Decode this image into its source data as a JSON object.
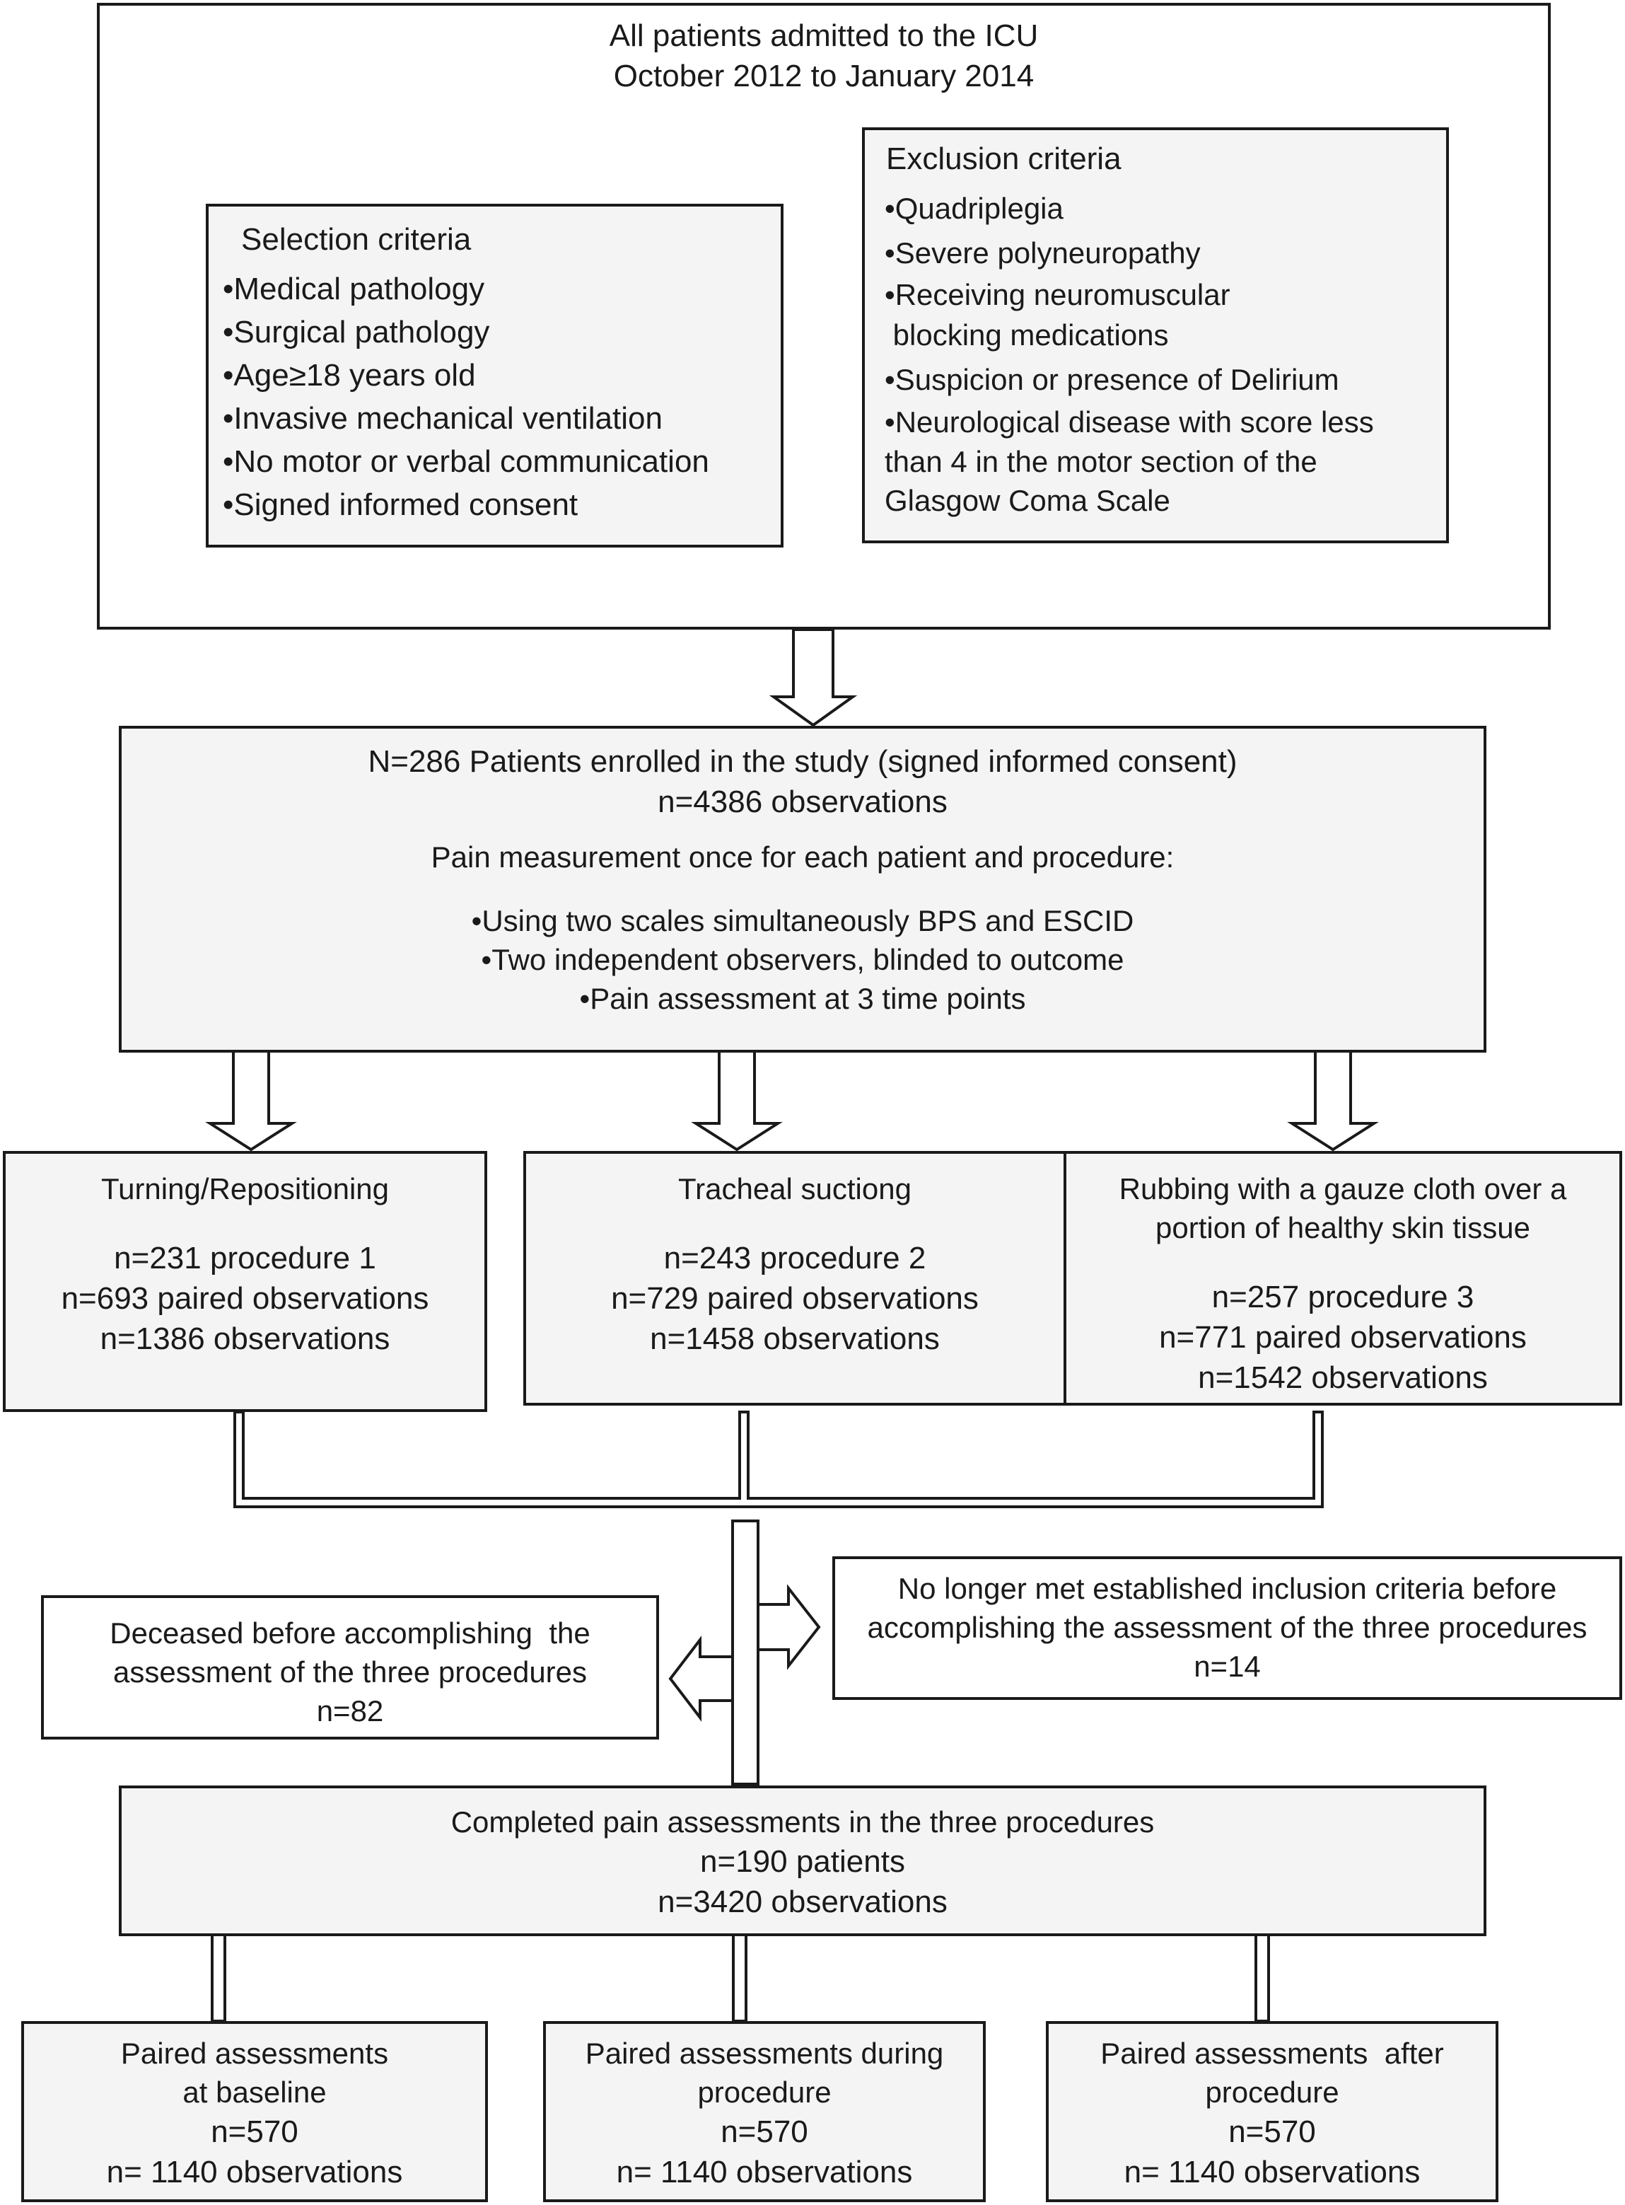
{
  "top_box": {
    "title_lines": [
      "All patients admitted to the ICU",
      "October 2012 to January 2014"
    ]
  },
  "selection": {
    "title": "Selection criteria",
    "items": [
      "•Medical pathology",
      "•Surgical pathology",
      "•Age≥18 years old",
      "•Invasive mechanical ventilation",
      "•No motor or verbal communication",
      "•Signed informed consent"
    ]
  },
  "exclusion": {
    "title": "Exclusion criteria",
    "items": [
      "•Quadriplegia",
      "•Severe polyneuropathy",
      "•Receiving neuromuscular",
      " blocking medications",
      "•Suspicion or presence of Delirium",
      "•Neurological disease with score less",
      "than 4 in the motor section of the",
      "Glasgow Coma Scale"
    ]
  },
  "enrolled": {
    "lines": [
      "N=286 Patients enrolled in the study (signed informed consent)",
      "n=4386 observations",
      "Pain measurement once for each patient and procedure:",
      "•Using two scales simultaneously BPS and ESCID",
      "•Two independent observers, blinded to outcome",
      "•Pain assessment at 3 time points"
    ]
  },
  "procedures": [
    {
      "title_lines": [
        "Turning/Repositioning"
      ],
      "lines": [
        "n=231 procedure 1",
        "n=693 paired observations",
        "n=1386 observations"
      ]
    },
    {
      "title_lines": [
        "Tracheal suctiong"
      ],
      "lines": [
        "n=243 procedure 2",
        "n=729 paired observations",
        "n=1458 observations"
      ]
    },
    {
      "title_lines": [
        "Rubbing with a gauze cloth over a",
        "portion of healthy skin tissue"
      ],
      "lines": [
        "n=257 procedure 3",
        "n=771 paired observations",
        "n=1542 observations"
      ]
    }
  ],
  "deceased": {
    "lines": [
      "Deceased before accomplishing  the",
      "assessment of the three procedures",
      "n=82"
    ]
  },
  "no_longer_met": {
    "lines": [
      "No longer met established inclusion criteria before",
      "accomplishing the assessment of the three procedures",
      "n=14"
    ]
  },
  "completed": {
    "lines": [
      "Completed pain assessments in the three procedures",
      "n=190 patients",
      "n=3420 observations"
    ]
  },
  "paired": [
    {
      "lines": [
        "Paired assessments",
        "at baseline",
        "n=570",
        "n= 1140 observations"
      ]
    },
    {
      "lines": [
        "Paired assessments during",
        "procedure",
        "n=570",
        "n= 1140 observations"
      ]
    },
    {
      "lines": [
        "Paired assessments  after",
        "procedure",
        "n=570",
        "n= 1140 observations"
      ]
    }
  ],
  "colors": {
    "stroke": "#1a1a1a",
    "box_fill": "#f4f4f4",
    "white": "#ffffff"
  }
}
